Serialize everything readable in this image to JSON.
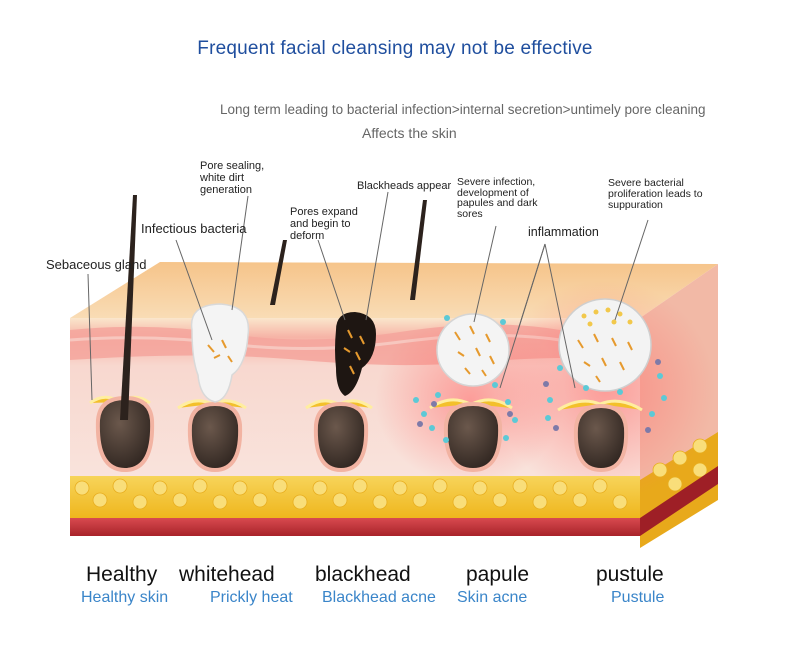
{
  "header": {
    "title": "Frequent facial cleansing may not be effective",
    "subtitle": "Long term leading to bacterial infection>internal secretion>untimely pore cleaning",
    "affects": "Affects the skin"
  },
  "annotations": {
    "sebaceous_gland": "Sebaceous gland",
    "infectious_bacteria": "Infectious bacteria",
    "pore_sealing": "Pore sealing, white dirt generation",
    "pores_expand": "Pores expand and begin to deform",
    "blackheads_appear": "Blackheads appear",
    "severe_infection": "Severe infection, development of papules and dark sores",
    "inflammation": "inflammation",
    "severe_bacterial": "Severe bacterial proliferation leads to suppuration"
  },
  "stages": [
    {
      "name": "Healthy",
      "sub": "Healthy skin"
    },
    {
      "name": "whitehead",
      "sub": "Prickly heat"
    },
    {
      "name": "blackhead",
      "sub": "Blackhead acne"
    },
    {
      "name": "papule",
      "sub": "Skin acne"
    },
    {
      "name": "pustule",
      "sub": "Pustule"
    }
  ],
  "colors": {
    "title": "#1f4e9e",
    "stage_sub": "#3a85c9",
    "epidermis": "#f6d6b0",
    "dermis": "#f2a7a0",
    "fat": "#f3c62f",
    "muscle": "#c9343b",
    "follicle": "#4a3a32"
  }
}
